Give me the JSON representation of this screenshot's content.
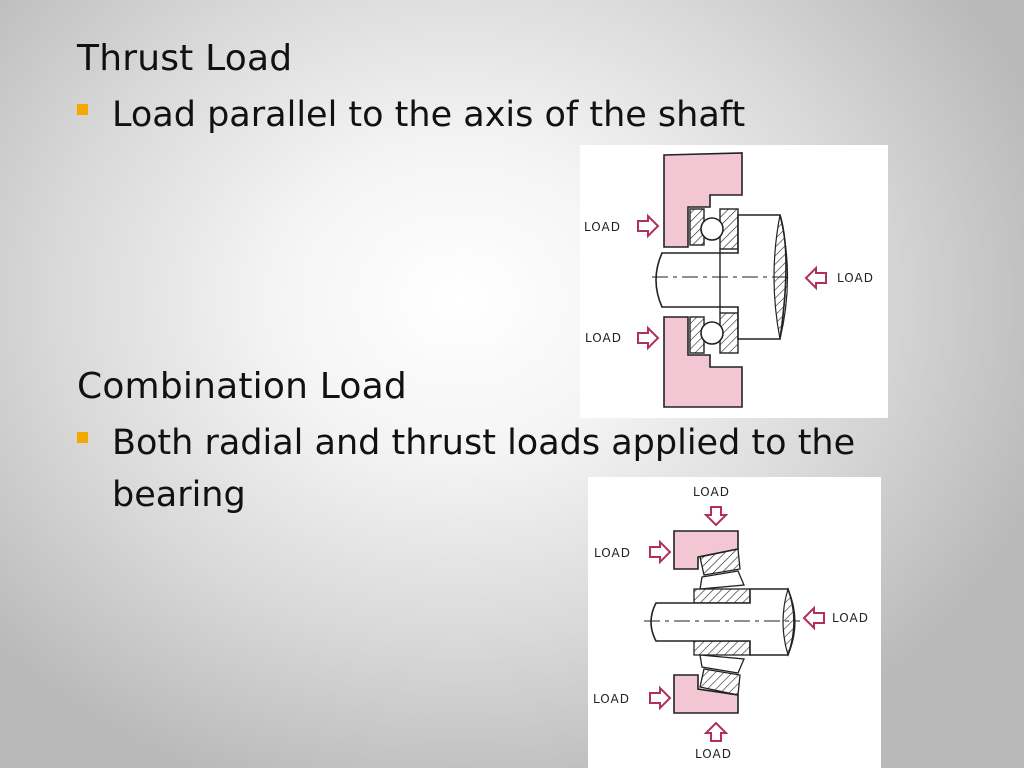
{
  "slide": {
    "section1": {
      "title": "Thrust Load",
      "bullet": "Load parallel to the axis of the shaft"
    },
    "section2": {
      "title": "Combination Load",
      "bullet_line1": "Both radial and thrust loads applied to the",
      "bullet_line2": "bearing"
    }
  },
  "figures": {
    "thrust": {
      "label_left_top": "LOAD",
      "label_left_bottom": "LOAD",
      "label_right": "LOAD"
    },
    "combination": {
      "label_top": "LOAD",
      "label_left_top": "LOAD",
      "label_right": "LOAD",
      "label_left_bottom": "LOAD",
      "label_bottom": "LOAD"
    }
  },
  "colors": {
    "bullet": "#f5a800",
    "housing": "#f2c6d2",
    "arrow": "#b0305a"
  }
}
